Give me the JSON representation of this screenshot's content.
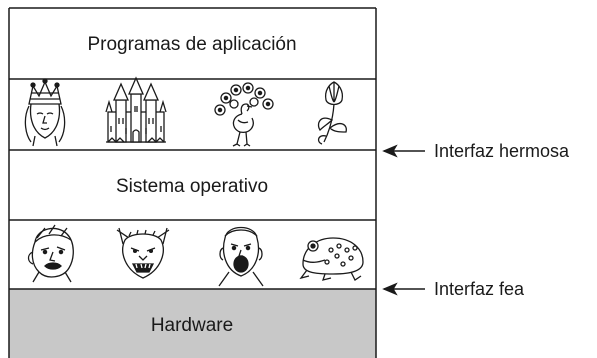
{
  "layers": {
    "applications": "Programas de aplicación",
    "os": "Sistema operativo",
    "hardware": "Hardware"
  },
  "annotations": {
    "beautiful": "Interfaz hermosa",
    "ugly": "Interfaz fea"
  },
  "colors": {
    "hardware_fill": "#c8c8c8",
    "line": "#1a1a1a"
  },
  "icons": {
    "beautiful_row": [
      "queen-icon",
      "castle-icon",
      "peacock-icon",
      "tulip-icon"
    ],
    "ugly_row": [
      "grumpy-man-icon",
      "snarling-beast-icon",
      "screaming-man-icon",
      "toad-icon"
    ]
  }
}
